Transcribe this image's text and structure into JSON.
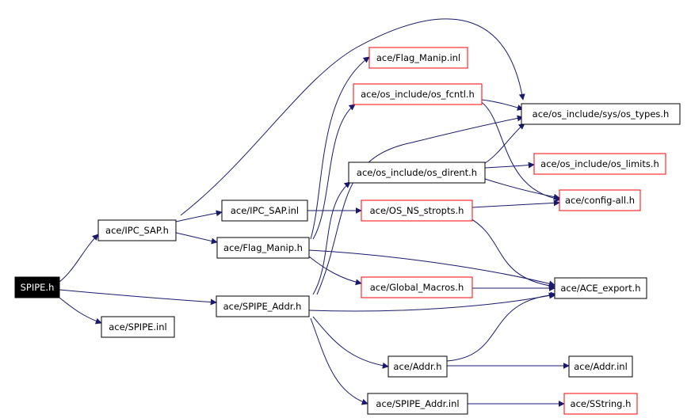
{
  "nodes": {
    "spipe_h": "SPIPE.h",
    "ipc_sap_h": "ace/IPC_SAP.h",
    "spipe_inl": "ace/SPIPE.inl",
    "ipc_sap_inl": "ace/IPC_SAP.inl",
    "flag_manip_h": "ace/Flag_Manip.h",
    "spipe_addr_h": "ace/SPIPE_Addr.h",
    "flag_manip_inl": "ace/Flag_Manip.inl",
    "os_fcntl_h": "ace/os_include/os_fcntl.h",
    "os_dirent_h": "ace/os_include/os_dirent.h",
    "os_ns_stropts_h": "ace/OS_NS_stropts.h",
    "global_macros_h": "ace/Global_Macros.h",
    "addr_h": "ace/Addr.h",
    "spipe_addr_inl": "ace/SPIPE_Addr.inl",
    "os_types_h": "ace/os_include/sys/os_types.h",
    "os_limits_h": "ace/os_include/os_limits.h",
    "config_all_h": "ace/config-all.h",
    "ace_export_h": "ace/ACE_export.h",
    "addr_inl": "ace/Addr.inl",
    "sstring_h": "ace/SString.h"
  }
}
